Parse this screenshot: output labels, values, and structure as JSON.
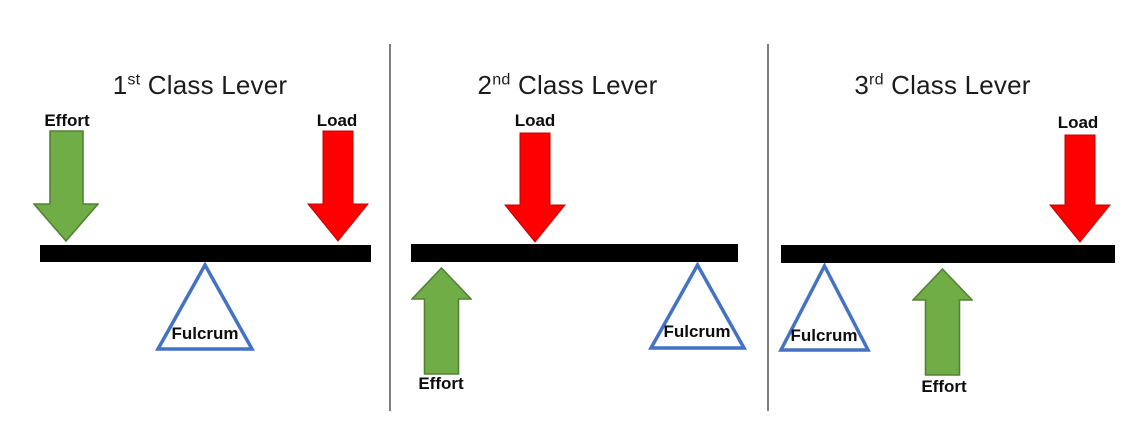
{
  "figure": {
    "subject": "Classes of Levers diagram",
    "panel_count": 3
  },
  "colors": {
    "effort_arrow_fill": "#70AD47",
    "effort_arrow_border": "#548235",
    "load_arrow_fill": "#FF0000",
    "load_arrow_border": "#C00000",
    "fulcrum_outline": "#4472C4",
    "lever_bar": "#000000",
    "divider": "#7F7F7F",
    "text": "#111111",
    "background": "#FFFFFF"
  },
  "panels": [
    {
      "name": "first-class-lever",
      "title": {
        "number": "1",
        "ordinal": "st",
        "rest": " Class Lever"
      },
      "labels": {
        "effort": "Effort",
        "load": "Load",
        "fulcrum": "Fulcrum"
      },
      "arrangement": {
        "effort": "arrow-down-onto-left-end",
        "load": "arrow-down-onto-right-end",
        "fulcrum": "under-center-of-bar"
      }
    },
    {
      "name": "second-class-lever",
      "title": {
        "number": "2",
        "ordinal": "nd",
        "rest": " Class Lever"
      },
      "labels": {
        "effort": "Effort",
        "load": "Load",
        "fulcrum": "Fulcrum"
      },
      "arrangement": {
        "effort": "arrow-up-under-left-end",
        "load": "arrow-down-onto-center",
        "fulcrum": "under-right-end-of-bar"
      }
    },
    {
      "name": "third-class-lever",
      "title": {
        "number": "3",
        "ordinal": "rd",
        "rest": " Class Lever"
      },
      "labels": {
        "effort": "Effort",
        "load": "Load",
        "fulcrum": "Fulcrum"
      },
      "arrangement": {
        "effort": "arrow-up-under-center",
        "load": "arrow-down-onto-right-end",
        "fulcrum": "under-left-end-of-bar"
      }
    }
  ]
}
